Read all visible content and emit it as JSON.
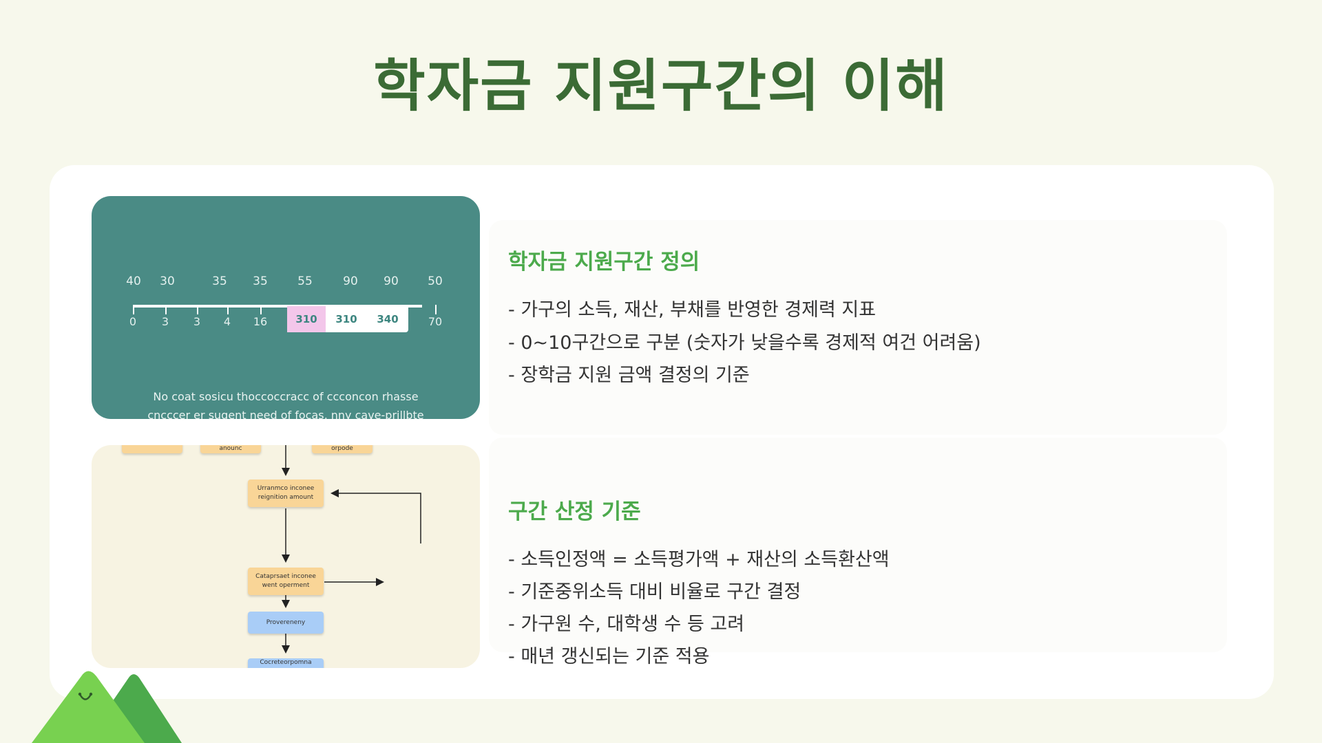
{
  "page": {
    "title": "학자금 지원구간의 이해"
  },
  "number_line": {
    "top_labels": [
      "40",
      "30",
      "35",
      "35",
      "55",
      "90",
      "90",
      "50"
    ],
    "bottom_labels": [
      "0",
      "3",
      "3",
      "4",
      "16",
      "70"
    ],
    "cells": [
      "310",
      "310",
      "340"
    ],
    "caption_lines": [
      "No coat sosicu thoccoccracc of ccconcon rhasse",
      "cncccer er sugent need of focas, nny cave-prillbte"
    ]
  },
  "flow": {
    "boxes": [
      "",
      "anounc",
      "orpode",
      "Urranmco inconee\nreignition amount",
      "Cataprsaet inconee\nwent operment",
      "Provereneny",
      "Cocreteorpomna"
    ]
  },
  "sections": [
    {
      "title": "학자금 지원구간 정의",
      "bullets": [
        "- 가구의 소득, 재산, 부채를 반영한 경제력 지표",
        "- 0~10구간으로 구분 (숫자가 낮을수록 경제적 여건 어려움)",
        "- 장학금 지원 금액 결정의 기준"
      ]
    },
    {
      "title": "구간 산정 기준",
      "bullets": [
        "- 소득인정액 = 소득평가액 + 재산의 소득환산액",
        "- 기준중위소득 대비 비율로 구간 결정",
        "- 가구원 수, 대학생 수 등 고려",
        "- 매년 갱신되는 기준 적용"
      ]
    }
  ],
  "colors": {
    "title": "#3b6b35",
    "section_title": "#4caa4c",
    "teal": "#4a8b85",
    "highlight_cell": "#f3c6ea",
    "mascot_light": "#78d150",
    "mascot_dark": "#4caa4c"
  }
}
